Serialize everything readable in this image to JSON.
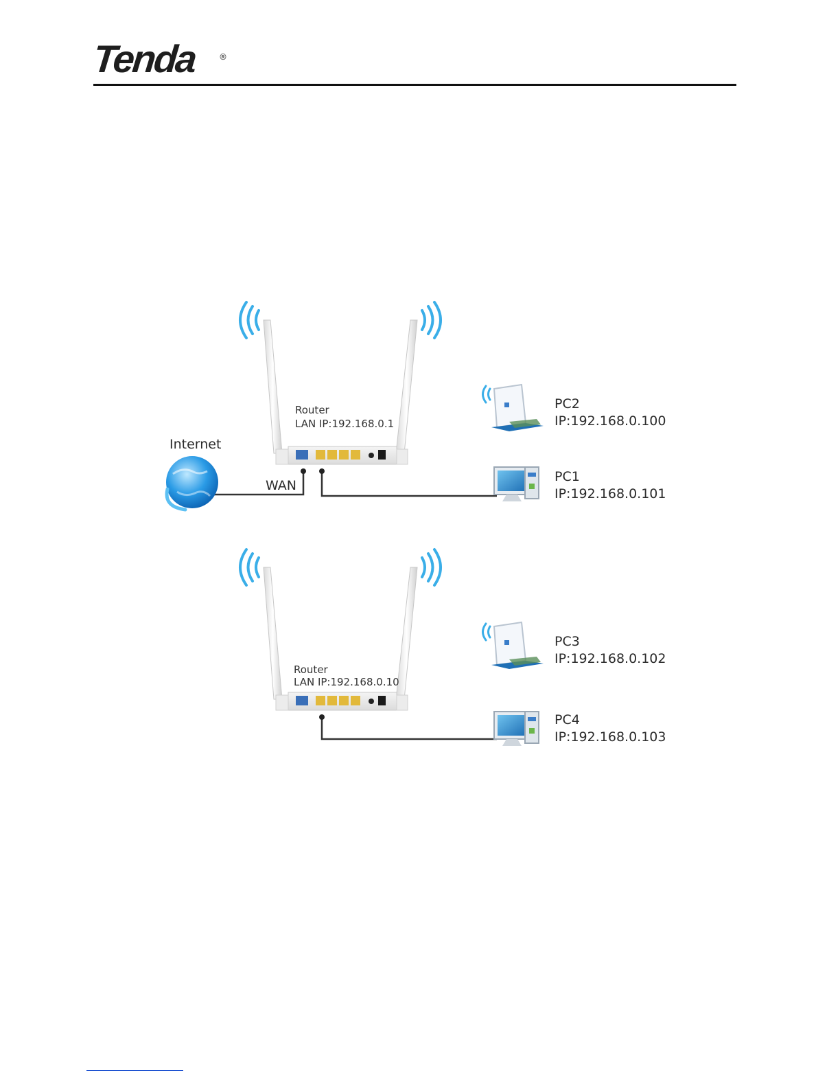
{
  "header": {
    "logo_text": "Tenda",
    "logo_mark": "®"
  },
  "diagram": {
    "top_router": {
      "name": "Router",
      "lan_ip": "LAN IP:192.168.0.1"
    },
    "bottom_router": {
      "name": "Router",
      "lan_ip": "LAN IP:192.168.0.10"
    },
    "internet_label": "Internet",
    "wan_label": "WAN",
    "clients": [
      {
        "name": "PC2",
        "ip": "IP:192.168.0.100"
      },
      {
        "name": "PC1",
        "ip": "IP:192.168.0.101"
      },
      {
        "name": "PC3",
        "ip": "IP:192.168.0.102"
      },
      {
        "name": "PC4",
        "ip": "IP:192.168.0.103"
      }
    ]
  },
  "colors": {
    "wifi": "#3aaee8",
    "cable": "#333333",
    "lan_port": "#e2b93b",
    "wan_port": "#3a6fb8",
    "globe": "#1f8fe0"
  },
  "icons": [
    "router-icon",
    "laptop-icon",
    "desktop-pc-icon",
    "globe-icon",
    "wifi-signal-icon"
  ]
}
